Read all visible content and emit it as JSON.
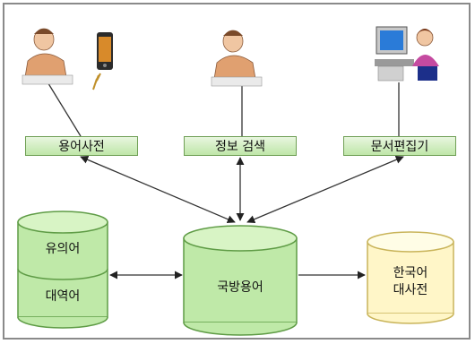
{
  "nodes": {
    "term_dictionary": "용어사전",
    "info_search": "정보 검색",
    "document_editor": "문서편집기",
    "synonym": "유의어",
    "translation": "대역어",
    "defense_terms": "국방용어",
    "korean_dictionary": "한국어\n대사전"
  },
  "icons": {
    "user_left": "person-at-desk-icon",
    "phone": "mobile-phone-icon",
    "user_center": "person-at-desk-icon",
    "user_right": "person-at-computer-icon"
  },
  "colors": {
    "db_green": "#bfe9a8",
    "db_green_top": "#d8f4c5",
    "db_yellow": "#fff6c8",
    "db_yellow_top": "#fffde6",
    "stroke_green": "#5f9c46",
    "stroke_yellow": "#c9b45a"
  }
}
